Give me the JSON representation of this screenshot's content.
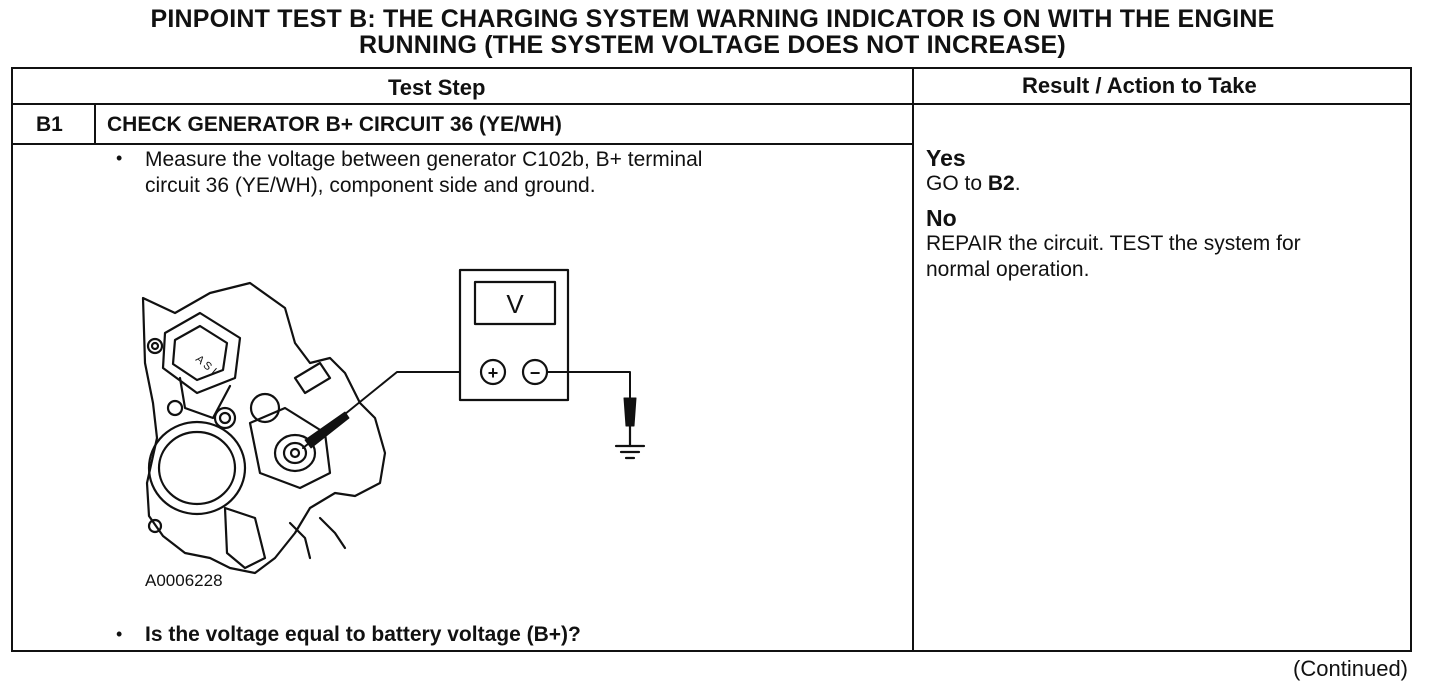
{
  "title": {
    "line1": "PINPOINT TEST B: THE CHARGING SYSTEM WARNING INDICATOR IS ON WITH THE ENGINE",
    "line2": "RUNNING (THE SYSTEM VOLTAGE DOES NOT INCREASE)"
  },
  "table": {
    "header_test_step": "Test Step",
    "header_result": "Result / Action to Take",
    "step_id": "B1",
    "step_title": "CHECK GENERATOR B+ CIRCUIT 36 (YE/WH)",
    "instruction_line1": "Measure the voltage between generator C102b, B+ terminal",
    "instruction_line2": "circuit 36 (YE/WH), component side and ground.",
    "question": "Is the voltage equal to battery voltage (B+)?",
    "bullet": "•"
  },
  "figure": {
    "meter_display": "V",
    "plus_terminal": "+",
    "minus_terminal": "−",
    "figure_id": "A0006228",
    "housing_marking": "A S I"
  },
  "results": {
    "yes_label": "Yes",
    "yes_action_prefix": "GO to ",
    "yes_action_target": "B2",
    "yes_action_suffix": ".",
    "no_label": "No",
    "no_action_line1": "REPAIR the circuit. TEST the system for",
    "no_action_line2": "normal operation."
  },
  "footer": {
    "continued": "(Continued)"
  }
}
